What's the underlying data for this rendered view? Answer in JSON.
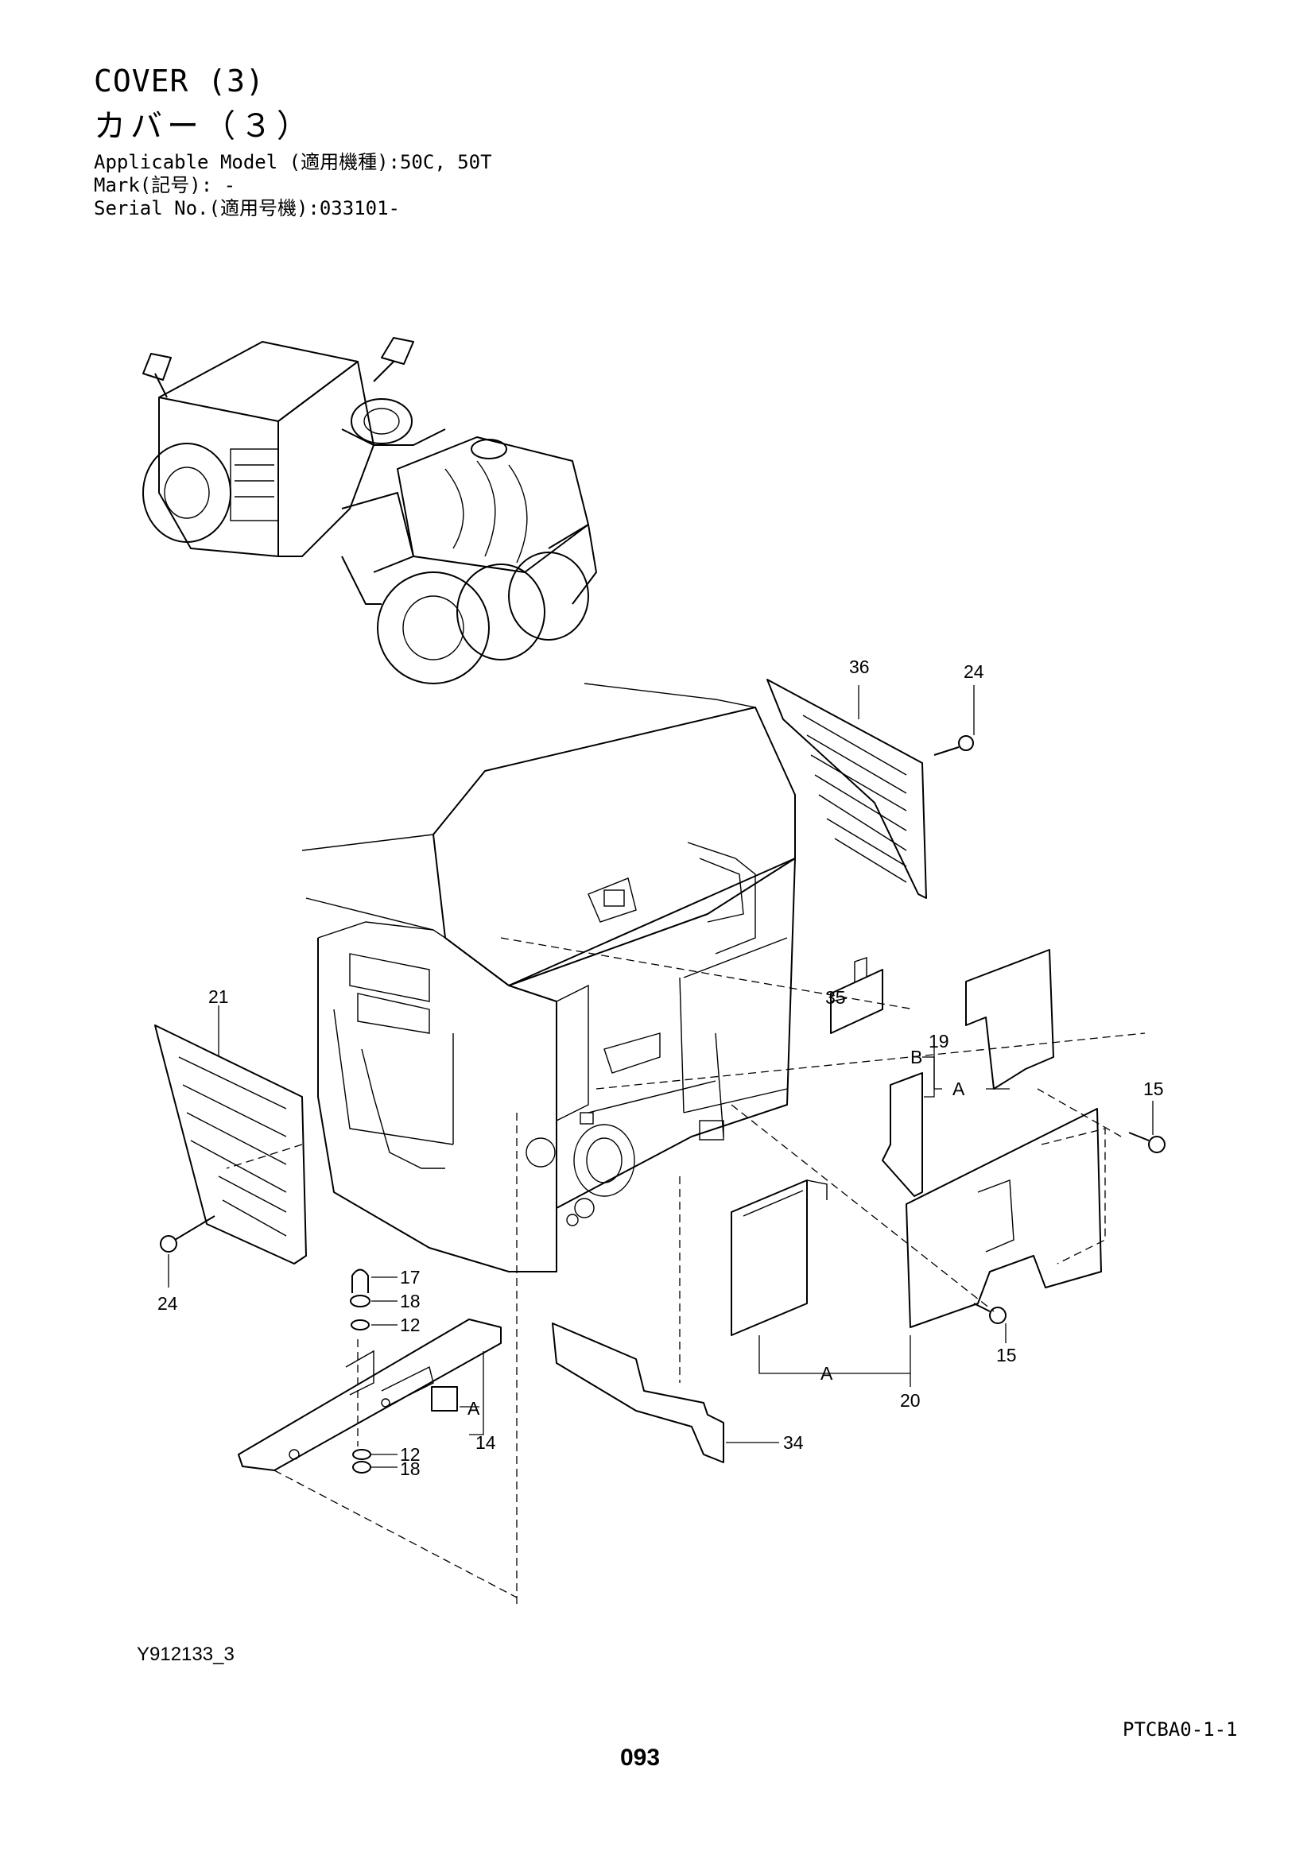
{
  "header": {
    "title_en": "COVER (3)",
    "title_ja": "カバー（３）",
    "applicable_model": "Applicable Model (適用機種):50C, 50T",
    "mark": "Mark(記号): -",
    "serial_no": "Serial No.(適用号機):033101-"
  },
  "callouts": {
    "c36": "36",
    "c24_top": "24",
    "c21": "21",
    "c35": "35",
    "c19": "19",
    "cB": "B",
    "cA_19": "A",
    "c15_right": "15",
    "c15_low": "15",
    "c24_left": "24",
    "c17": "17",
    "c18_top": "18",
    "c12_top": "12",
    "cA_14": "A",
    "c14": "14",
    "c12_bot": "12",
    "c18_bot": "18",
    "c34": "34",
    "cA_20": "A",
    "c20": "20"
  },
  "footer": {
    "drawing_no": "Y912133_3",
    "page_code": "PTCBA0-1-1",
    "page_no": "093"
  }
}
